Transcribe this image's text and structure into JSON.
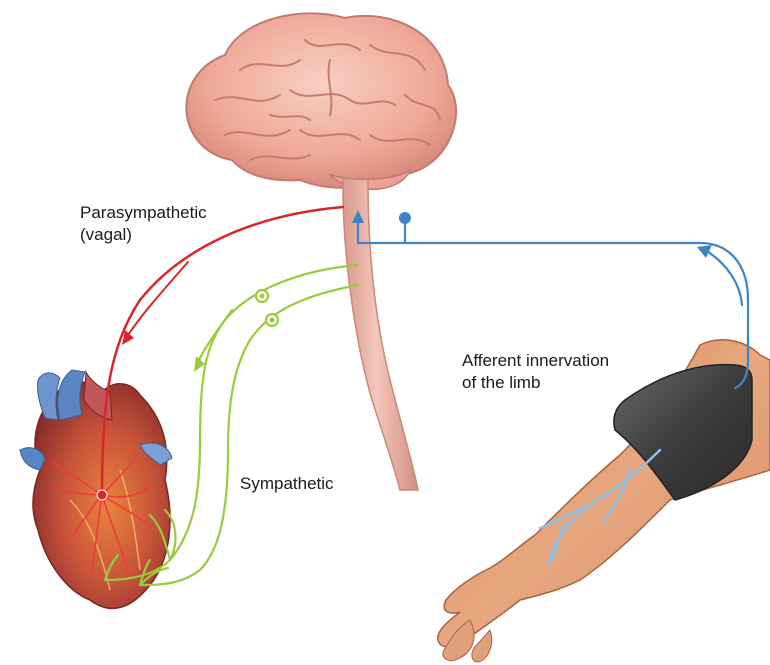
{
  "labels": {
    "parasympathetic_line1": "Parasympathetic",
    "parasympathetic_line2": "(vagal)",
    "sympathetic": "Sympathetic",
    "afferent_line1": "Afferent innervation",
    "afferent_line2": "of the limb"
  },
  "colors": {
    "parasympathetic": "#d9262b",
    "sympathetic": "#9acb3c",
    "afferent": "#3d86c6",
    "brain": "#f2b3a6",
    "spinal_cord": "#eab3a6",
    "heart": "#c84a3a",
    "cuff": "#4a4a4a",
    "skin": "#e3a17a"
  }
}
